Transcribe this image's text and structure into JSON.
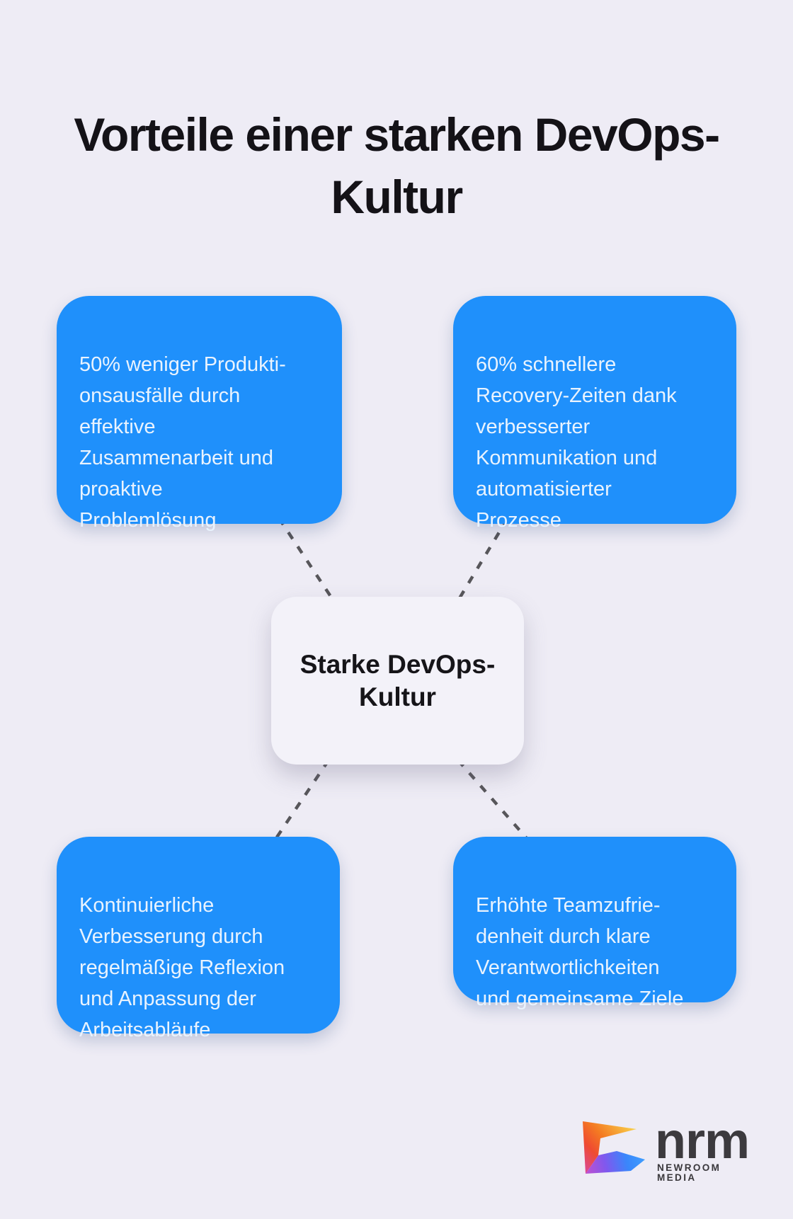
{
  "title": "Vorteile einer starken DevOps-\nKultur",
  "center": {
    "label": "Starke DevOps-\nKultur"
  },
  "cards": [
    {
      "position": "top-left",
      "text": "50% weniger Produkti-\nonsausfälle durch\neffektive\nZusammenarbeit und\nproaktive\nProblemlösung"
    },
    {
      "position": "top-right",
      "text": "60% schnellere\nRecovery-Zeiten dank\nverbesserter\nKommunikation und\nautomatisierter\nProzesse"
    },
    {
      "position": "bottom-left",
      "text": "Kontinuierliche\nVerbesserung durch\nregelmäßige Reflexion\nund Anpassung der\nArbeitsabläufe"
    },
    {
      "position": "bottom-right",
      "text": "Erhöhte Teamzufrie-\ndenheit durch klare\nVerantwortlichkeiten\nund gemeinsame Ziele"
    }
  ],
  "logo": {
    "name": "nrm",
    "subtitle": "NEWROOM MEDIA"
  },
  "colors": {
    "background": "#eeecf5",
    "card_blue": "#1f90fb",
    "card_text": "#e9f3fe",
    "center_node_bg": "#f3f2f9",
    "title_text": "#141217",
    "connector_gray": "#57565a",
    "logo_text": "#3c3a3e"
  }
}
